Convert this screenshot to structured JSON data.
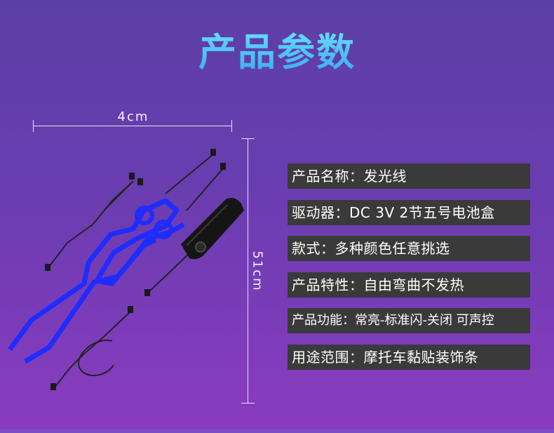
{
  "title": "产品参数",
  "dimensions": {
    "width_label": "4cm",
    "length_label": "51cm"
  },
  "specs": [
    "产品名称：发光线",
    "驱动器：DC 3V 2节五号电池盒",
    "款式：多种颜色任意挑选",
    "产品特性：自由弯曲不发热",
    "产品功能：常亮-标准闪-关闭 可声控",
    "用途范围：摩托车黏贴装饰条"
  ],
  "colors": {
    "title_gradient_top": "#6fe6ff",
    "title_gradient_bottom": "#3aa9ee",
    "spec_bg": "#3a3a3a",
    "el_wire": "#1f2cff"
  }
}
